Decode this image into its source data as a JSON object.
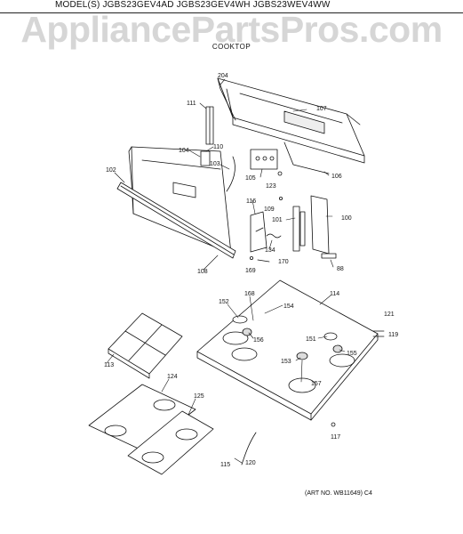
{
  "header": {
    "models": "MODEL(S) JGBS23GEV4AD  JGBS23GEV4WH  JGBS23WEV4WW",
    "watermark": "AppliancePartsPros.com",
    "section_title": "COOKTOP"
  },
  "footer": {
    "art_number": "(ART NO. WB11649) C4"
  },
  "parts": [
    {
      "id": "p204",
      "label": "204"
    },
    {
      "id": "p111",
      "label": "111"
    },
    {
      "id": "p107",
      "label": "107"
    },
    {
      "id": "p104",
      "label": "104"
    },
    {
      "id": "p110",
      "label": "110"
    },
    {
      "id": "p103",
      "label": "103"
    },
    {
      "id": "p102",
      "label": "102"
    },
    {
      "id": "p105",
      "label": "105"
    },
    {
      "id": "p123",
      "label": "123"
    },
    {
      "id": "p106",
      "label": "106"
    },
    {
      "id": "p116",
      "label": "116"
    },
    {
      "id": "p109",
      "label": "109"
    },
    {
      "id": "p101",
      "label": "101"
    },
    {
      "id": "p100",
      "label": "100"
    },
    {
      "id": "p134",
      "label": "134"
    },
    {
      "id": "p108",
      "label": "108"
    },
    {
      "id": "p169",
      "label": "169"
    },
    {
      "id": "p170",
      "label": "170"
    },
    {
      "id": "p88",
      "label": "88"
    },
    {
      "id": "p168",
      "label": "168"
    },
    {
      "id": "p114",
      "label": "114"
    },
    {
      "id": "p152",
      "label": "152"
    },
    {
      "id": "p154",
      "label": "154"
    },
    {
      "id": "p156",
      "label": "156"
    },
    {
      "id": "p121",
      "label": "121"
    },
    {
      "id": "p151",
      "label": "151"
    },
    {
      "id": "p119",
      "label": "119"
    },
    {
      "id": "p113",
      "label": "113"
    },
    {
      "id": "p153",
      "label": "153"
    },
    {
      "id": "p155",
      "label": "155"
    },
    {
      "id": "p157",
      "label": "157"
    },
    {
      "id": "p124",
      "label": "124"
    },
    {
      "id": "p125",
      "label": "125"
    },
    {
      "id": "p117",
      "label": "117"
    },
    {
      "id": "p115",
      "label": "115"
    },
    {
      "id": "p120",
      "label": "120"
    }
  ]
}
